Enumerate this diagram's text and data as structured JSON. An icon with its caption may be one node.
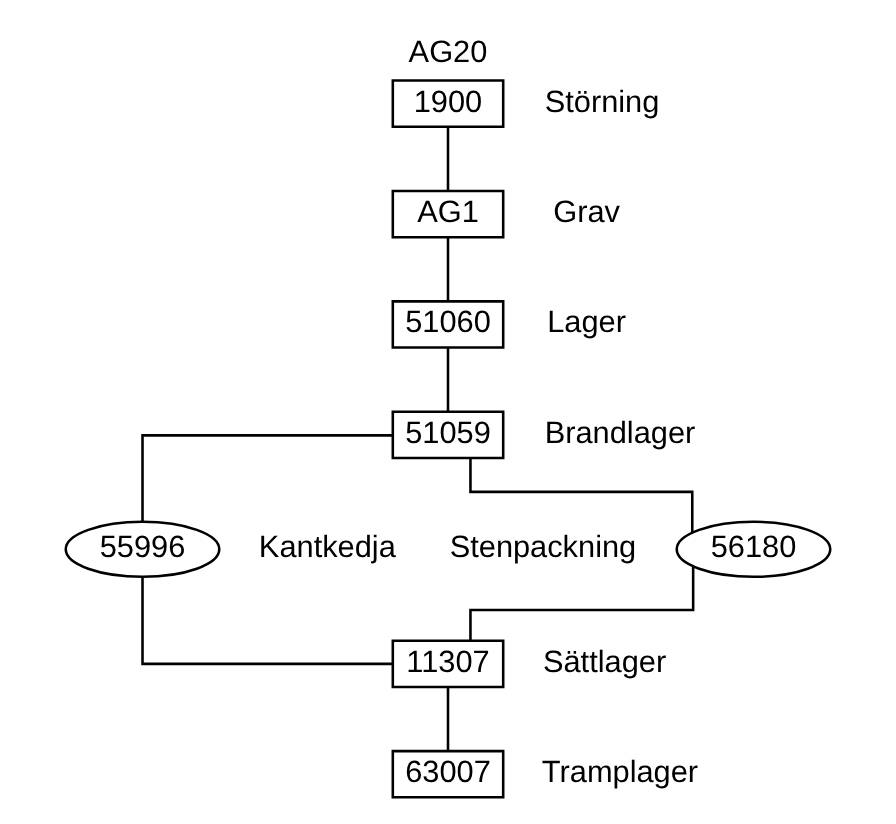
{
  "diagram": {
    "title": "AG20",
    "nodes": [
      {
        "text": [
          "1900"
        ],
        "beside": [
          "Störning"
        ]
      },
      {
        "text": [
          "AG1"
        ],
        "beside": [
          "Grav"
        ]
      },
      {
        "text": [
          "51060"
        ],
        "beside": [
          "Lager"
        ]
      },
      {
        "text": [
          "51059"
        ],
        "beside": [
          "Brandlager"
        ]
      },
      {
        "text": [
          "56180"
        ],
        "beside": [
          "Stenpackning"
        ]
      },
      {
        "text": [
          "55996"
        ],
        "beside": [
          "Kantkedja"
        ]
      },
      {
        "text": [
          "11307"
        ],
        "beside": [
          "Sättlager"
        ]
      },
      {
        "text": [
          "63007"
        ],
        "beside": [
          "Tramplager"
        ]
      }
    ],
    "edges": [
      {
        "from": 0,
        "to": 1,
        "arrow": "none"
      },
      {
        "from": 1,
        "to": 2,
        "arrow": "none"
      },
      {
        "from": 2,
        "to": 3,
        "arrow": "none"
      },
      {
        "from": 3,
        "to": 4,
        "arrow": "none"
      },
      {
        "from": 3,
        "to": 5,
        "arrow": "none"
      },
      {
        "from": 4,
        "to": 6,
        "arrow": "none"
      },
      {
        "from": 5,
        "to": 6,
        "arrow": "none"
      },
      {
        "from": 6,
        "to": 7,
        "arrow": "none"
      }
    ]
  }
}
